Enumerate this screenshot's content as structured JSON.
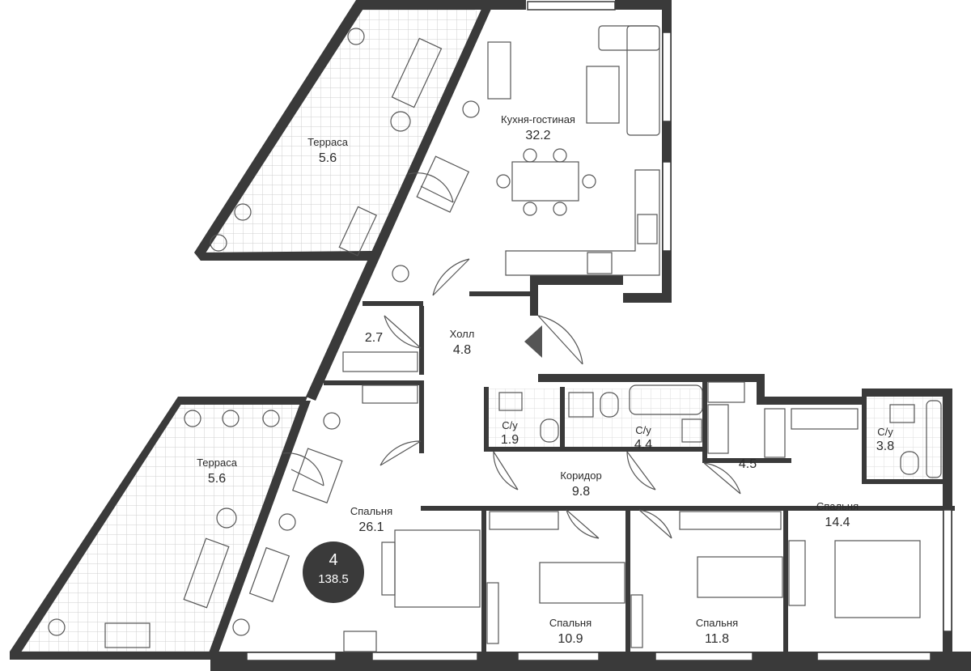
{
  "colors": {
    "wall": "#3a3a3a",
    "terrace_grid": "#cfcfcf",
    "furniture": "#555555",
    "badge_bg": "#3a3a3a",
    "badge_text": "#ffffff"
  },
  "badge": {
    "rooms": "4",
    "area": "138.5"
  },
  "rooms": {
    "terrace_top": {
      "label": "Терраса",
      "area": "5.6"
    },
    "kitchen_living": {
      "label": "Кухня-гостиная",
      "area": "32.2"
    },
    "closet_27": {
      "label": "",
      "area": "2.7"
    },
    "hall": {
      "label": "Холл",
      "area": "4.8"
    },
    "terrace_bottom": {
      "label": "Терраса",
      "area": "5.6"
    },
    "bedroom_261": {
      "label": "Спальня",
      "area": "26.1"
    },
    "wc_19": {
      "label": "С/у",
      "area": "1.9"
    },
    "wc_44": {
      "label": "С/у",
      "area": "4.4"
    },
    "closet_45": {
      "label": "",
      "area": "4.5"
    },
    "wc_38": {
      "label": "С/у",
      "area": "3.8"
    },
    "corridor": {
      "label": "Коридор",
      "area": "9.8"
    },
    "bedroom_144": {
      "label": "Спальня",
      "area": "14.4"
    },
    "bedroom_109": {
      "label": "Спальня",
      "area": "10.9"
    },
    "bedroom_118": {
      "label": "Спальня",
      "area": "11.8"
    }
  }
}
